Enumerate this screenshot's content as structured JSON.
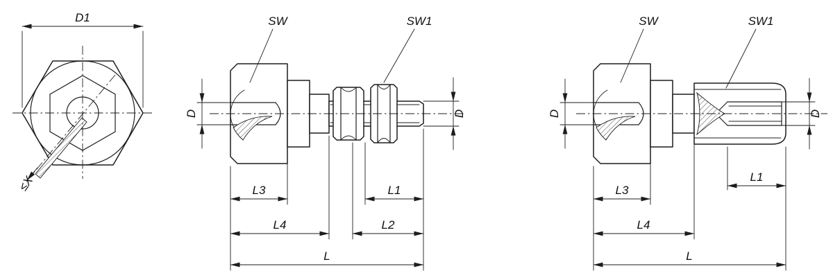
{
  "drawing": {
    "background": "#ffffff",
    "line_color": "#1d1d1d",
    "views": {
      "front": {
        "dim_d1": "D1",
        "swivel_angle": "≤X"
      },
      "threaded_stud": {
        "label_sw": "SW",
        "label_sw1": "SW1",
        "dim_d_left": "D",
        "dim_d_right": "D",
        "dim_l1": "L1",
        "dim_l2": "L2",
        "dim_l3": "L3",
        "dim_l4": "L4",
        "dim_l": "L"
      },
      "internal_thread": {
        "label_sw": "SW",
        "label_sw1": "SW1",
        "dim_d_left": "D",
        "dim_d_right": "D",
        "dim_l1": "L1",
        "dim_l3": "L3",
        "dim_l4": "L4",
        "dim_l": "L"
      }
    }
  }
}
